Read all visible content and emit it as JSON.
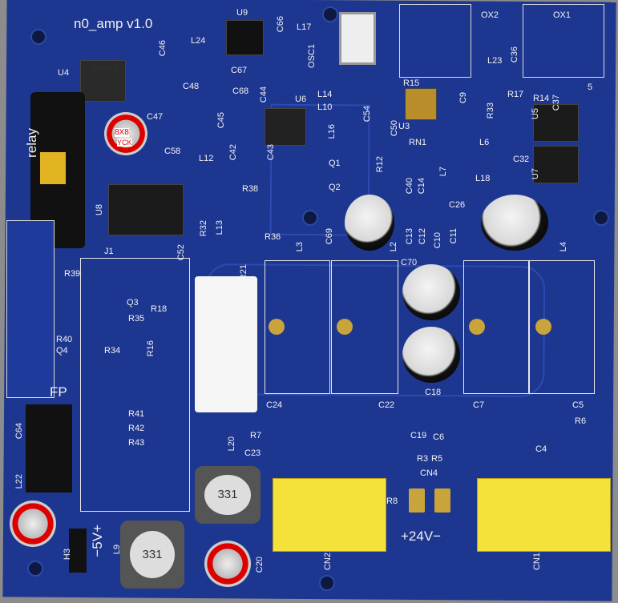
{
  "title": "n0_amp v1.0",
  "labels": [
    "U4",
    "TO252-2",
    "C46",
    "L24",
    "U9",
    "C66",
    "L17",
    "OSC1",
    "OX2",
    "OX1",
    "C47",
    "C48",
    "C67",
    "C68",
    "C44",
    "C45",
    "U6",
    "L14",
    "L10",
    "C54",
    "R15",
    "U3",
    "C50",
    "RN1",
    "L23",
    "C36",
    "R17",
    "R14",
    "R33",
    "L6",
    "U5",
    "C32",
    "U7",
    "C58",
    "C42",
    "C43",
    "L12",
    "L16",
    "Q1",
    "Q2",
    "R12",
    "C40",
    "C14",
    "L7",
    "L18",
    "C26",
    "R38",
    "U8",
    "C69",
    "C13",
    "C12",
    "C10",
    "C11",
    "R32",
    "J1",
    "L13",
    "C52",
    "R36",
    "L3",
    "L2",
    "L4",
    "C70",
    "R21",
    "R39",
    "Q3",
    "R35",
    "R18",
    "R40",
    "Q4",
    "R34",
    "R16",
    "R41",
    "R42",
    "R43",
    "C18",
    "C24",
    "C22",
    "C7",
    "C5",
    "R7",
    "C19",
    "C6",
    "R6",
    "C64",
    "L22",
    "L20",
    "C23",
    "R3",
    "R5",
    "C4",
    "CN4",
    "H3",
    "L9",
    "C20",
    "CN2",
    "CN1",
    "R8",
    "C9",
    "C37",
    "5"
  ],
  "relay_label": "relay",
  "fp_label": "FP",
  "power_24": "+24V−",
  "power_5": "−5V+",
  "inductor_value": "331",
  "cap_marking": "8X8",
  "cap_brand": "YCK"
}
